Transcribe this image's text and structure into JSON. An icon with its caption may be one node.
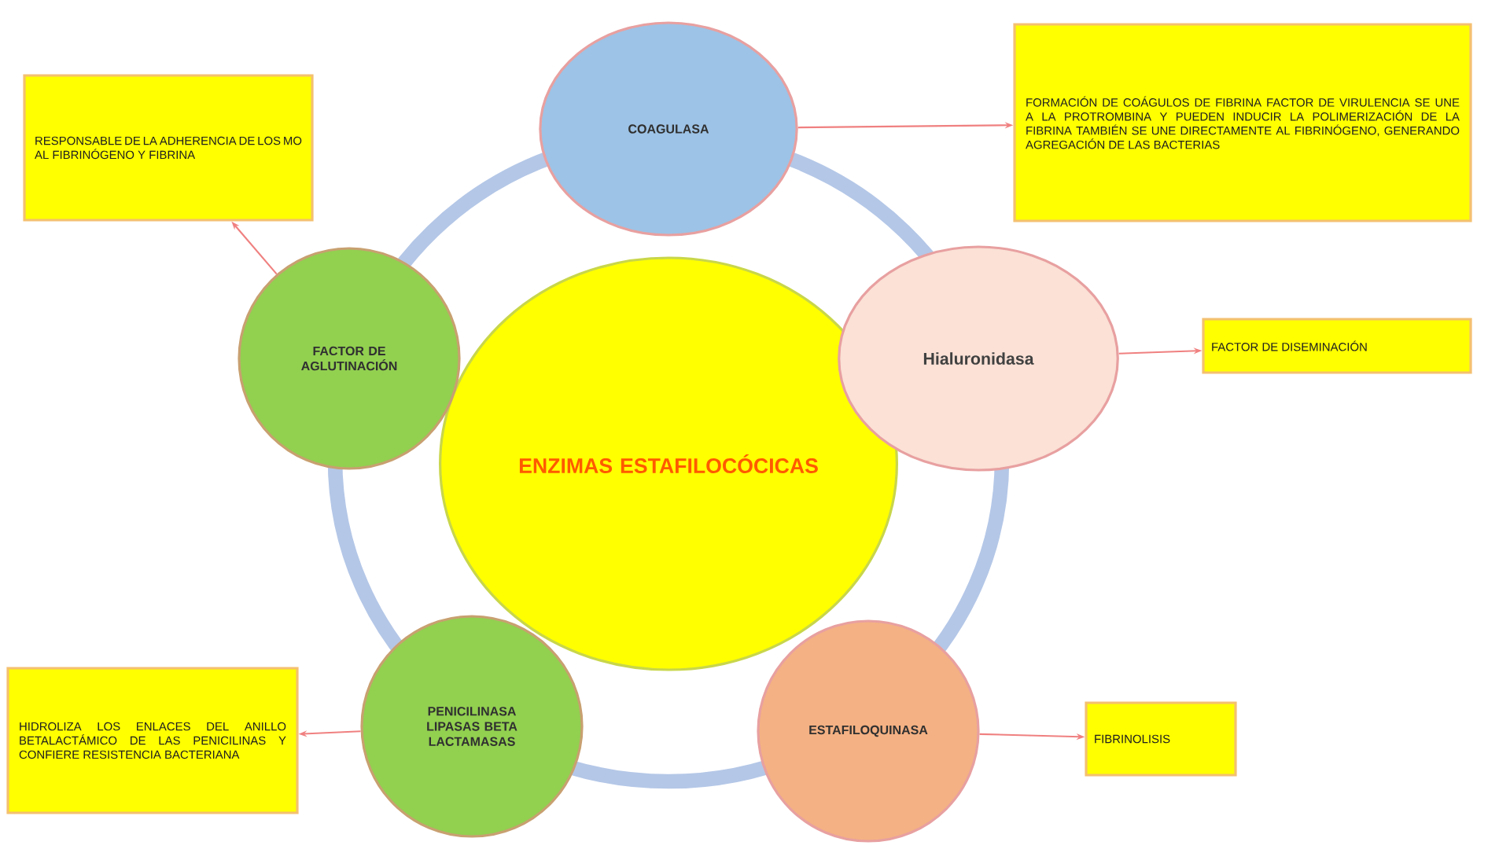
{
  "diagram": {
    "nodes": [
      {
        "text": [
          "ENZIMAS ESTAFILOCÓCICAS"
        ]
      },
      {
        "text": [
          "COAGULASA"
        ]
      },
      {
        "text": [
          "Hialuronidasa"
        ]
      },
      {
        "text": [
          "ESTAFILOQUINASA"
        ]
      },
      {
        "text": [
          "PENICILINASA LIPASAS BETA LACTAMASAS"
        ]
      },
      {
        "text": [
          "FACTOR DE AGLUTINACIÓN"
        ]
      },
      {
        "text": [
          "FORMACIÓN DE COÁGULOS DE FIBRINA FACTOR DE VIRULENCIA SE UNE A LA PROTROMBINA Y PUEDEN INDUCIR LA POLIMERIZACIÓN DE LA FIBRINA TAMBIÉN SE UNE DIRECTAMENTE AL FIBRINÓGENO, GENERANDO AGREGACIÓN DE LAS BACTERIAS"
        ]
      },
      {
        "text": [
          "FACTOR DE DISEMINACIÓN"
        ]
      },
      {
        "text": [
          "FIBRINOLISIS"
        ]
      },
      {
        "text": [
          "HIDROLIZA LOS ENLACES DEL ANILLO BETALACTÁMICO DE LAS PENICILINAS Y CONFIERE RESISTENCIA BACTERIANA"
        ]
      },
      {
        "text": [
          "RESPONSABLE DE LA ADHERENCIA DE LOS MO AL FIBRINÓGENO Y FIBRINA"
        ]
      }
    ],
    "edges": [
      {
        "from": 1,
        "to": 6,
        "arrow": "to"
      },
      {
        "from": 2,
        "to": 7,
        "arrow": "to"
      },
      {
        "from": 3,
        "to": 8,
        "arrow": "to"
      },
      {
        "from": 4,
        "to": 9,
        "arrow": "to"
      },
      {
        "from": 5,
        "to": 10,
        "arrow": "to"
      }
    ]
  }
}
